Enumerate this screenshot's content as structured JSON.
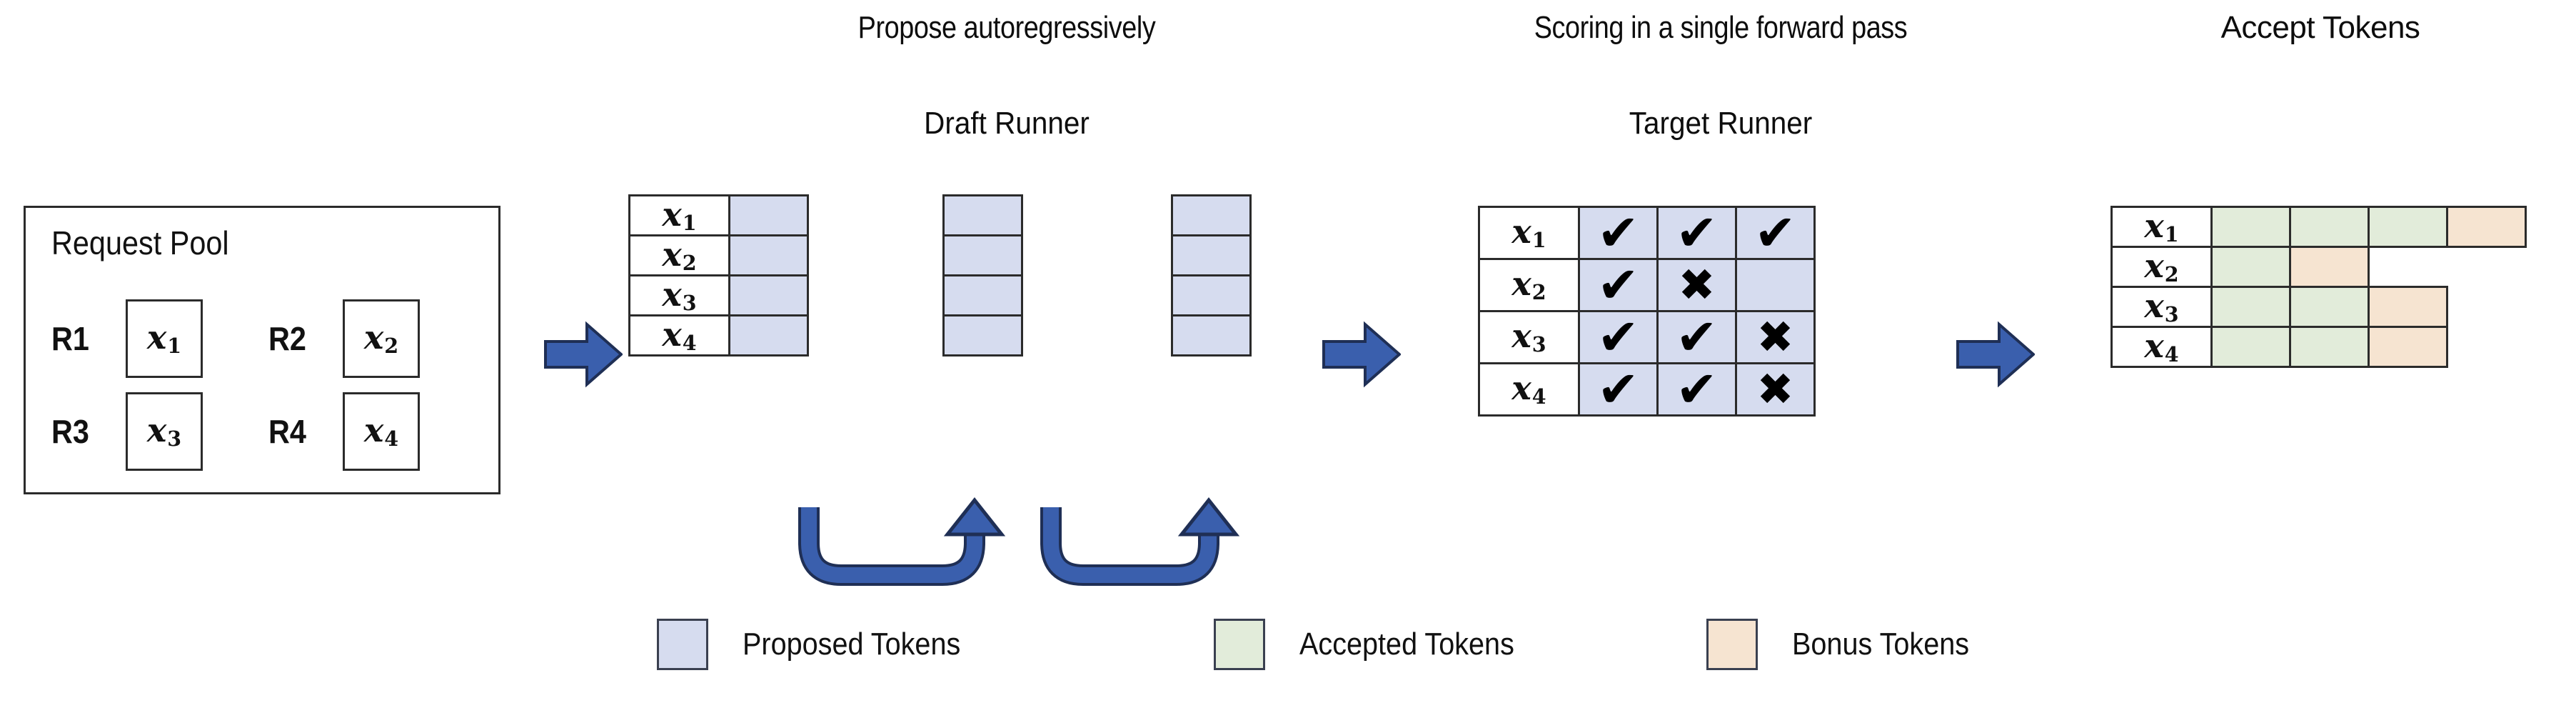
{
  "colors": {
    "proposed": "#d6dcef",
    "accepted": "#e2ecda",
    "bonus": "#f6e4d1",
    "border": "#2b2b2b",
    "arrow_fill": "#3a5fad",
    "arrow_stroke": "#1f2f55",
    "background": "#ffffff",
    "text": "#0d0d0d"
  },
  "headings": {
    "propose": "Propose autoregressively",
    "scoring": "Scoring in a single forward pass",
    "accept": "Accept Tokens"
  },
  "subheadings": {
    "draft_runner": "Draft Runner",
    "target_runner": "Target Runner"
  },
  "request_pool": {
    "title": "Request Pool",
    "requests": [
      {
        "label": "R1",
        "token": "x",
        "sub": "1"
      },
      {
        "label": "R2",
        "token": "x",
        "sub": "2"
      },
      {
        "label": "R3",
        "token": "x",
        "sub": "3"
      },
      {
        "label": "R4",
        "token": "x",
        "sub": "4"
      }
    ]
  },
  "draft_runner": {
    "row_labels": [
      {
        "token": "x",
        "sub": "1"
      },
      {
        "token": "x",
        "sub": "2"
      },
      {
        "token": "x",
        "sub": "3"
      },
      {
        "token": "x",
        "sub": "4"
      }
    ],
    "step_count": 3,
    "cell_state": "proposed",
    "recurrent_arrow_count": 2,
    "recurrent_arrow_label": "autoregressive-feedback"
  },
  "target_runner": {
    "row_labels": [
      {
        "token": "x",
        "sub": "1"
      },
      {
        "token": "x",
        "sub": "2"
      },
      {
        "token": "x",
        "sub": "3"
      },
      {
        "token": "x",
        "sub": "4"
      }
    ],
    "column_count": 3,
    "marks": [
      [
        "check",
        "check",
        "check"
      ],
      [
        "check",
        "cross",
        "blank"
      ],
      [
        "check",
        "check",
        "cross"
      ],
      [
        "check",
        "check",
        "cross"
      ]
    ],
    "mark_glyphs": {
      "check": "✔",
      "cross": "✖",
      "blank": ""
    }
  },
  "accept_tokens": {
    "row_labels": [
      {
        "token": "x",
        "sub": "1"
      },
      {
        "token": "x",
        "sub": "2"
      },
      {
        "token": "x",
        "sub": "3"
      },
      {
        "token": "x",
        "sub": "4"
      }
    ],
    "rows": [
      [
        "accepted",
        "accepted",
        "accepted",
        "bonus"
      ],
      [
        "accepted",
        "bonus"
      ],
      [
        "accepted",
        "accepted",
        "bonus"
      ],
      [
        "accepted",
        "accepted",
        "bonus"
      ]
    ]
  },
  "flow_arrows": [
    {
      "name": "pool-to-draft"
    },
    {
      "name": "draft-to-target"
    },
    {
      "name": "target-to-accept"
    }
  ],
  "legend": {
    "items": [
      {
        "label": "Proposed Tokens",
        "color_key": "proposed"
      },
      {
        "label": "Accepted Tokens",
        "color_key": "accepted"
      },
      {
        "label": "Bonus Tokens",
        "color_key": "bonus"
      }
    ]
  }
}
